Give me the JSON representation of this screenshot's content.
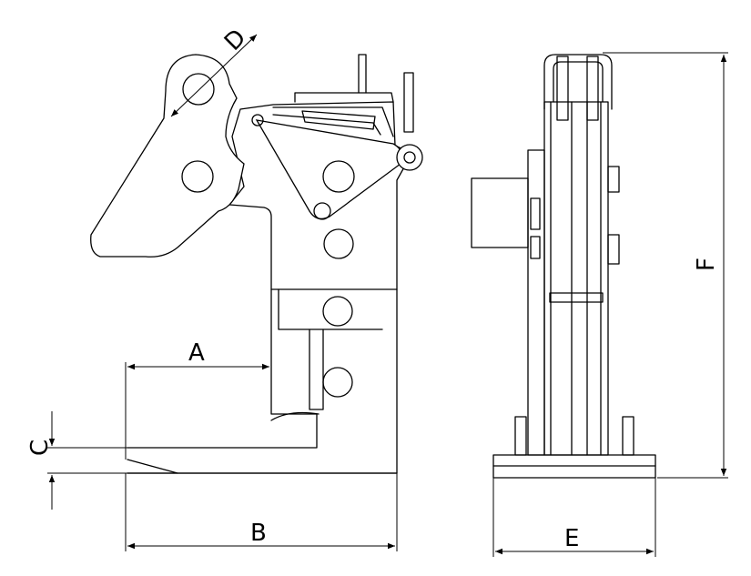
{
  "dimensions": {
    "A": "A",
    "B": "B",
    "C": "C",
    "D": "D",
    "E": "E",
    "F": "F"
  },
  "colors": {
    "line": "#000000",
    "background": "#ffffff"
  }
}
